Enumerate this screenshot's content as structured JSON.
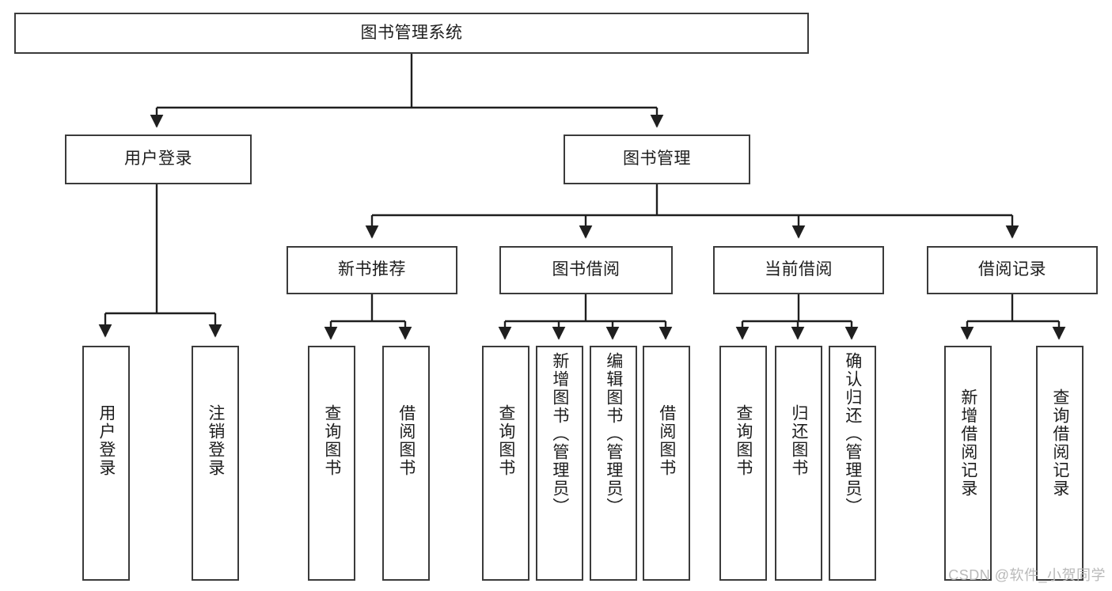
{
  "diagram": {
    "title": "图书管理系统",
    "type": "tree-hierarchy-diagram",
    "colors": {
      "box_border": "#3b3b3b",
      "box_fill": "#ffffff",
      "edge": "#1f1f1f",
      "text": "#1d1d1d",
      "watermark": "#b9b9b9"
    },
    "root": {
      "label": "图书管理系统"
    },
    "level2": [
      {
        "label": "用户登录"
      },
      {
        "label": "图书管理"
      }
    ],
    "level3": [
      {
        "label": "新书推荐"
      },
      {
        "label": "图书借阅"
      },
      {
        "label": "当前借阅"
      },
      {
        "label": "借阅记录"
      }
    ],
    "leaves": {
      "user_login": [
        {
          "label": "用户登录"
        },
        {
          "label": "注销登录"
        }
      ],
      "new_book_recommend": [
        {
          "label": "查询图书"
        },
        {
          "label": "借阅图书"
        }
      ],
      "book_borrow": [
        {
          "label": "查询图书"
        },
        {
          "label": "新增图书（管理员）"
        },
        {
          "label": "编辑图书（管理员）"
        },
        {
          "label": "借阅图书"
        }
      ],
      "current_borrow": [
        {
          "label": "查询图书"
        },
        {
          "label": "归还图书"
        },
        {
          "label": "确认归还（管理员）"
        }
      ],
      "borrow_record": [
        {
          "label": "新增借阅记录"
        },
        {
          "label": "查询借阅记录"
        }
      ]
    }
  },
  "watermark": {
    "text": "CSDN @软件_小贺同学"
  }
}
